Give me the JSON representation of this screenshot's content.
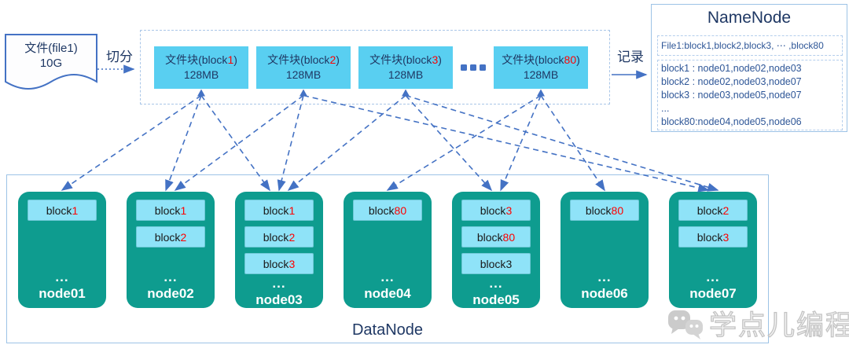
{
  "file": {
    "line1": "文件(file1)",
    "line2": "10G"
  },
  "labels": {
    "split": "切分",
    "record": "记录"
  },
  "blocks": [
    {
      "prefix": "文件块(block",
      "num": "1",
      "suffix": ")",
      "size": "128MB"
    },
    {
      "prefix": "文件块(block",
      "num": "2",
      "suffix": ")",
      "size": "128MB"
    },
    {
      "prefix": "文件块(block",
      "num": "3",
      "suffix": ")",
      "size": "128MB"
    },
    {
      "prefix": "文件块(block",
      "num": "80",
      "suffix": ")",
      "size": "128MB"
    }
  ],
  "blocks_ellipsis": "...",
  "namenode": {
    "title": "NameNode",
    "file_mapping": "File1:block1,block2,block3,  ⋯  ,block80",
    "block_mappings": [
      "block1 : node01,node02,node03",
      "block2 : node02,node03,node07",
      "block3 : node03,node05,node07",
      "...",
      "block80:node04,node05,node06"
    ]
  },
  "datanode": {
    "title": "DataNode",
    "nodes": [
      {
        "name": "node01",
        "ellipsis": "...",
        "blocks": [
          {
            "prefix": "block",
            "num": "1",
            "num_color": "red"
          }
        ]
      },
      {
        "name": "node02",
        "ellipsis": "...",
        "blocks": [
          {
            "prefix": "block",
            "num": "1",
            "num_color": "red"
          },
          {
            "prefix": "block",
            "num": "2",
            "num_color": "red"
          }
        ]
      },
      {
        "name": "node03",
        "ellipsis": "...",
        "blocks": [
          {
            "prefix": "block",
            "num": "1",
            "num_color": "red"
          },
          {
            "prefix": "block",
            "num": "2",
            "num_color": "red"
          },
          {
            "prefix": "block",
            "num": "3",
            "num_color": "red"
          }
        ]
      },
      {
        "name": "node04",
        "ellipsis": "...",
        "blocks": [
          {
            "prefix": "block",
            "num": "80",
            "num_color": "red"
          }
        ]
      },
      {
        "name": "node05",
        "ellipsis": "...",
        "blocks": [
          {
            "prefix": "block",
            "num": "3",
            "num_color": "red"
          },
          {
            "prefix": "block",
            "num": "80",
            "num_color": "red"
          },
          {
            "prefix": "block",
            "num": "3",
            "num_color": "black"
          }
        ]
      },
      {
        "name": "node06",
        "ellipsis": "...",
        "blocks": [
          {
            "prefix": "block",
            "num": "80",
            "num_color": "red"
          }
        ]
      },
      {
        "name": "node07",
        "ellipsis": "...",
        "blocks": [
          {
            "prefix": "block",
            "num": "2",
            "num_color": "red"
          },
          {
            "prefix": "block",
            "num": "3",
            "num_color": "red"
          }
        ]
      }
    ]
  },
  "connections": [
    {
      "from": 0,
      "to": [
        "node01",
        "node02",
        "node03"
      ]
    },
    {
      "from": 1,
      "to": [
        "node02",
        "node03",
        "node07"
      ]
    },
    {
      "from": 2,
      "to": [
        "node03",
        "node05",
        "node07"
      ]
    },
    {
      "from": 3,
      "to": [
        "node04",
        "node05",
        "node06"
      ]
    }
  ],
  "watermark": {
    "text": "学点儿编程",
    "icon": "wechat-icon"
  },
  "colors": {
    "accent_blue": "#4472C4",
    "navy": "#1F3864",
    "red": "#FF0000",
    "block_cyan": "#59CFF1",
    "node_block_cyan": "#8FE3F8",
    "teal": "#0E9C8F",
    "panel_border": "#9DC3E6",
    "watermark_gray": "#C4C4C4"
  }
}
